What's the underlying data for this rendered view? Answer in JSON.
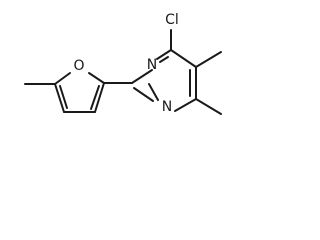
{
  "molecule": {
    "atoms": {
      "chlorine": "Cl",
      "nitrogen_top": "N",
      "nitrogen_bottom": "N",
      "oxygen": "O"
    }
  }
}
